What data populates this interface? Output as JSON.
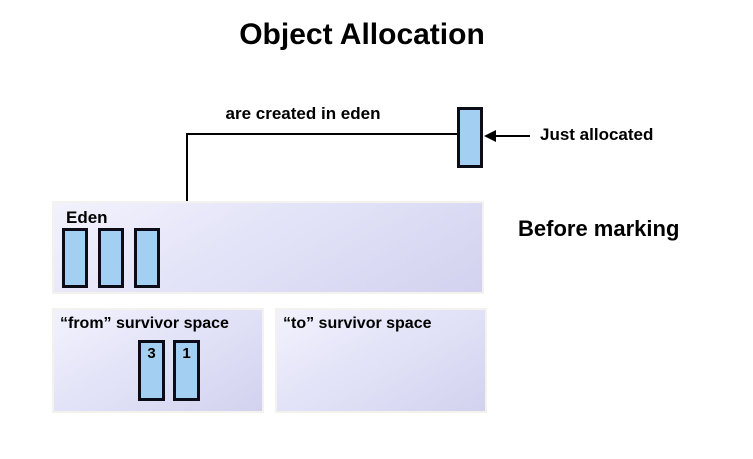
{
  "slide": {
    "title": "Object Allocation",
    "phase_label": "Before marking"
  },
  "flow": {
    "created_label": "are created in eden",
    "just_allocated_label": "Just allocated"
  },
  "regions": {
    "eden": {
      "label": "Eden",
      "object_count": 3
    },
    "from_survivor": {
      "label": "“from” survivor space",
      "objects": [
        {
          "age": "3"
        },
        {
          "age": "1"
        }
      ]
    },
    "to_survivor": {
      "label": "“to” survivor space",
      "objects": []
    }
  },
  "colors": {
    "object_fill": "#a3d0f2",
    "object_border": "#0c0c18",
    "region_gradient_top": "#f2f2fd",
    "region_gradient_bottom": "#d2d2ef",
    "arrow": "#000000",
    "text": "#000000",
    "background": "#ffffff"
  }
}
